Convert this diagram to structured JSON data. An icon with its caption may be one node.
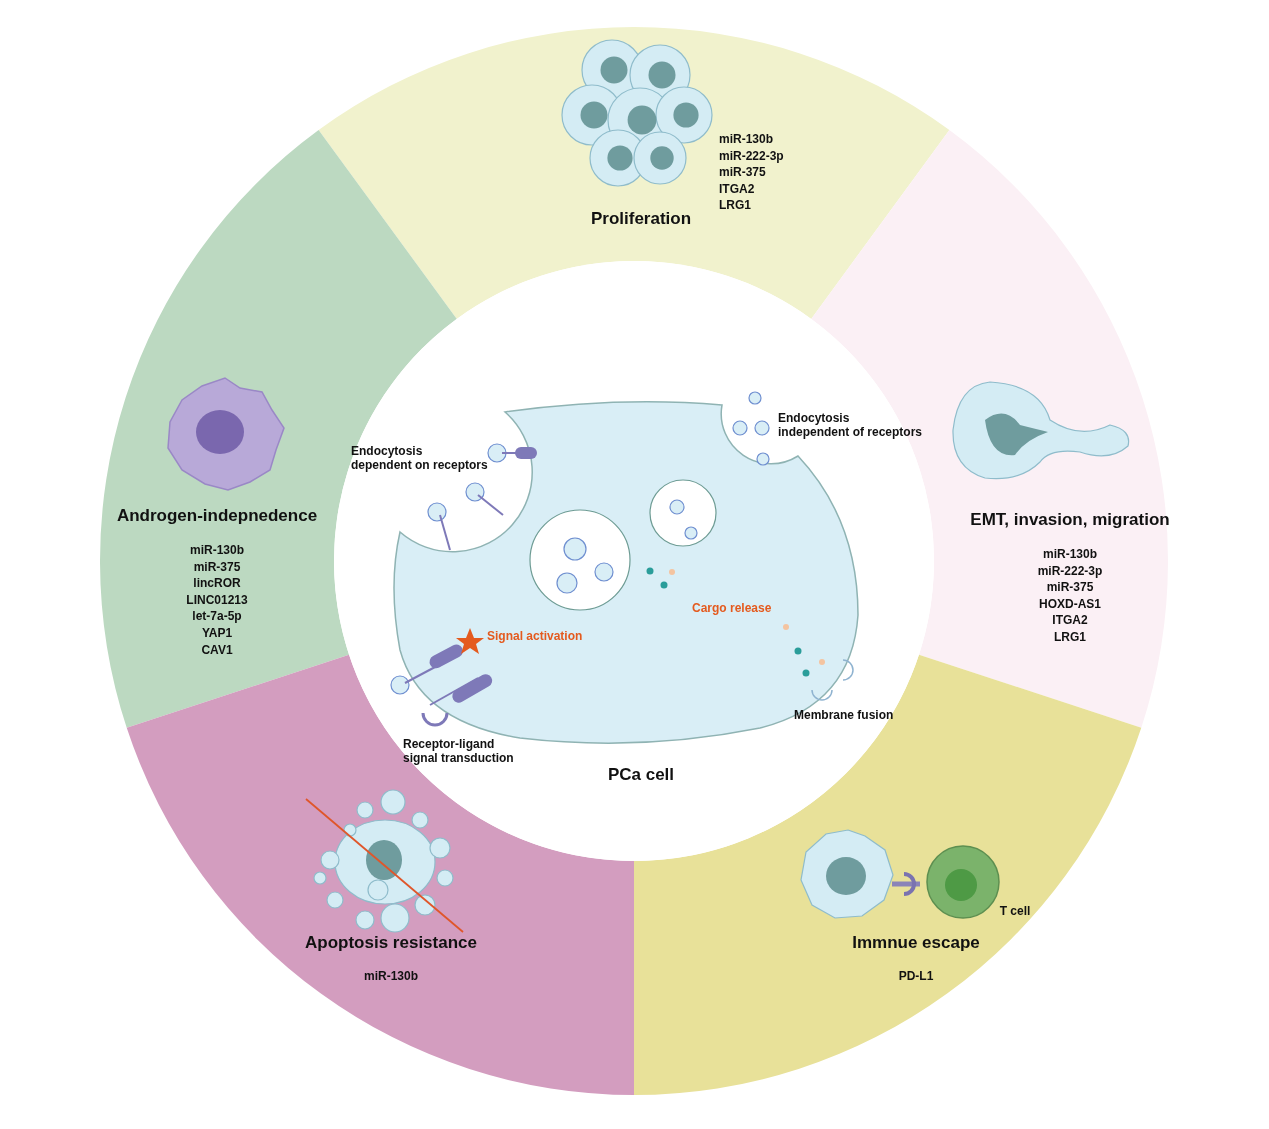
{
  "diagram": {
    "nodes": [
      {
        "text": [
          "Proliferation",
          "miR-130b",
          "miR-222-3p",
          "miR-375",
          "ITGA2",
          "LRG1"
        ]
      },
      {
        "text": [
          "Androgen-indepnedence",
          "miR-130b",
          "miR-375",
          "lincROR",
          "LINC01213",
          "let-7a-5p",
          "YAP1",
          "CAV1"
        ]
      },
      {
        "text": [
          "EMT, invasion, migration",
          "miR-130b",
          "miR-222-3p",
          "miR-375",
          "HOXD-AS1",
          "ITGA2",
          "LRG1"
        ]
      },
      {
        "text": [
          "PCa cell"
        ]
      },
      {
        "text": [
          "Apoptosis resistance",
          "miR-130b"
        ]
      },
      {
        "text": [
          "Immnue escape",
          "PD-L1"
        ]
      }
    ],
    "edges": [],
    "labels": [
      "Endocytosis independent of receptors",
      "Endocytosis dependent on receptors",
      "Cargo release",
      "Signal activation",
      "Membrane fusion",
      "Receptor-ligand signal transduction",
      "T cell"
    ]
  }
}
